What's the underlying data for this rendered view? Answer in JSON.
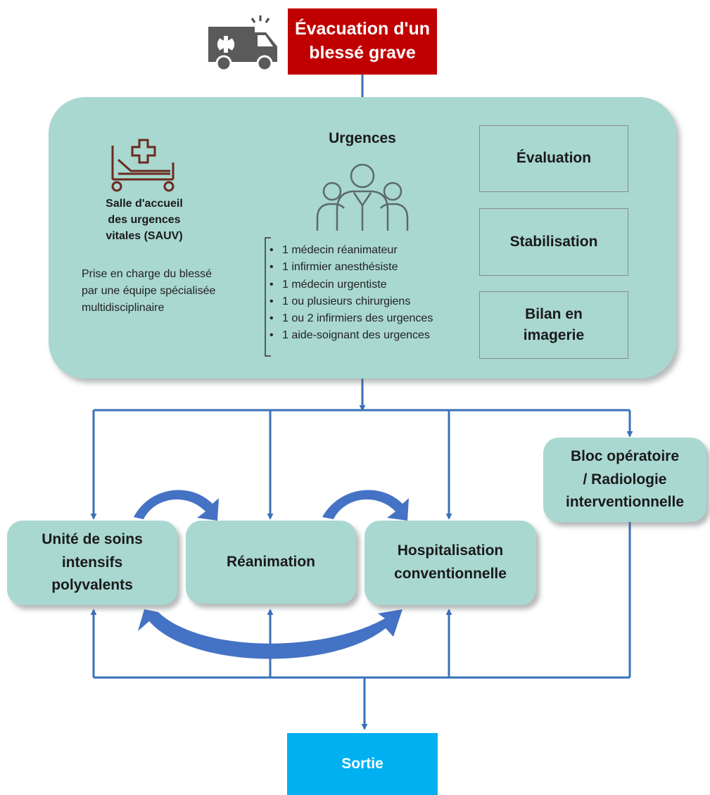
{
  "start": {
    "label_line1": "Évacuation d'un",
    "label_line2": "blessé grave",
    "color": "#c00000",
    "icon": "ambulance-icon"
  },
  "urgences": {
    "title": "Urgences",
    "team_icon": "medical-team-icon",
    "sauv": {
      "icon": "hospital-bed-icon",
      "title_lines": [
        "Salle d'accueil",
        "des urgences",
        "vitales (SAUV)"
      ],
      "description_lines": [
        "Prise en charge du blessé",
        "par une équipe spécialisée",
        "multidisciplinaire"
      ]
    },
    "team": [
      "1 médecin réanimateur",
      "1 infirmier anesthésiste",
      "1 médecin urgentiste",
      "1 ou plusieurs chirurgiens",
      "1 ou 2 infirmiers des urgences",
      "1 aide-soignant des urgences"
    ],
    "steps": [
      {
        "lines": [
          "Évaluation"
        ]
      },
      {
        "lines": [
          "Stabilisation"
        ]
      },
      {
        "lines": [
          "Bilan en",
          "imagerie"
        ]
      }
    ],
    "color": "#a9d8d0"
  },
  "destinations": {
    "usip": {
      "lines": [
        "Unité de soins",
        "intensifs",
        "polyvalents"
      ]
    },
    "rea": {
      "lines": [
        "Réanimation"
      ]
    },
    "hosp": {
      "lines": [
        "Hospitalisation",
        "conventionnelle"
      ]
    },
    "bloc": {
      "lines": [
        "Bloc opératoire",
        "/ Radiologie",
        "interventionnelle"
      ]
    }
  },
  "exit": {
    "label": "Sortie",
    "color": "#00b0f0"
  },
  "colors": {
    "connector": "#3a70b8",
    "transfer_arrow": "#4472c4"
  }
}
